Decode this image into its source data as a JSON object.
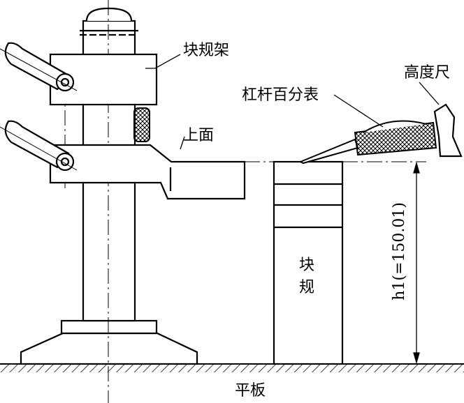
{
  "labels": {
    "block_holder": "块规架",
    "height_gauge": "高度尺",
    "lever_dial": "杠杆百分表",
    "top_face": "上面",
    "gauge_block_1": "块",
    "gauge_block_2": "规",
    "height": "h1(=150.01)",
    "surface_plate": "平板"
  }
}
